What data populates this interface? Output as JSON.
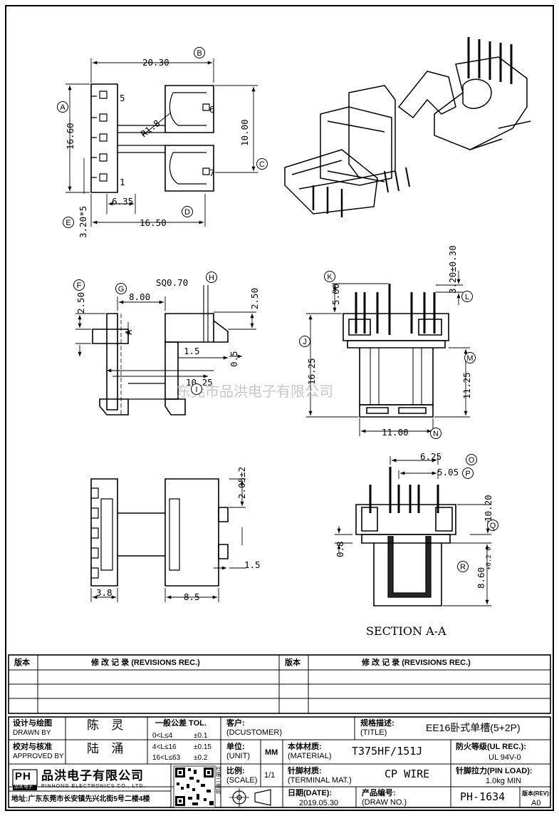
{
  "watermark": "东莞市品洪电子有限公司",
  "balloons": [
    "A",
    "B",
    "C",
    "D",
    "E",
    "F",
    "G",
    "H",
    "I",
    "J",
    "K",
    "L",
    "M",
    "N",
    "O",
    "P",
    "Q",
    "R"
  ],
  "dims": {
    "d_20_30": "20.30",
    "d_16_60": "16.60",
    "d_10_00": "10.00",
    "d_r1_8": "R1.8",
    "d_6_35": "6.35",
    "d_16_50": "16.50",
    "d_3_20x5": "3.20*5",
    "d_2_50a": "2.50",
    "d_8_00": "8.00",
    "d_sq": "SQ0.70",
    "d_2_50b": "2.50",
    "d_a_arrow": "A",
    "d_1_5a": "1.5",
    "d_0_5": "0.5",
    "d_10_25": "10.25",
    "d_5_00": "5.00",
    "d_3_20tol": "3.20±0.30",
    "d_16_25": "16.25",
    "d_11_25": "11.25",
    "d_11_00": "11.00",
    "d_2_05": "2.05±2",
    "d_1_5b": "1.5",
    "d_3_8": "3.8",
    "d_8_5": "8.5",
    "d_6_25": "6.25",
    "d_5_05": "5.05",
    "d_10_20": "10.20",
    "d_0_8": "0.8",
    "d_8_60": "8.60",
    "d_8_60_tol": "+0.2 0",
    "pin_5": "5",
    "pin_6": "6",
    "pin_1": "1",
    "pin_7": "7"
  },
  "section_label": "SECTION   A-A",
  "revisions": {
    "col_ver": "版本",
    "col_rec": "修 改 记 录 (REVISIONS REC.)"
  },
  "titleblock": {
    "drawn_by_label": "设计与绘图",
    "drawn_by_label_en": "DRAWN BY",
    "drawn_by": "陈 灵",
    "approved_label": "校对与核准",
    "approved_label_en": "APPROVED BY",
    "approved_by": "陆 涌",
    "tol_title": "一般公差 TOL.",
    "tol_1_range": "0<L≤4",
    "tol_1_val": "±0.1",
    "tol_2_range": "4<L≤16",
    "tol_2_val": "±0.15",
    "tol_3_range": "16<L≤63",
    "tol_3_val": "±0.2",
    "customer_label": "客户:",
    "customer_label_en": "(DCUSTOMER)",
    "title_label": "规格描述:",
    "title_label_en": "(TITLE)",
    "title_value": "EE16卧式单槽(5+2P)",
    "unit_label": "单位:",
    "unit_label_en": "(UNIT)",
    "unit_value": "MM",
    "material_label": "本体材质:",
    "material_label_en": "(MATERIAL)",
    "material_value": "T375HF/151J",
    "ul_label": "防火等级(UL REC.):",
    "ul_value": "UL 94V-0",
    "company_logo": "PH",
    "company_logo_sub": "品洪 电子",
    "company_name": "品洪电子有限公司",
    "company_name_en": "PINHONG ELECTRONICS CO., LTD.",
    "address": "地址:广东东莞市长安镇先兴北街5号二楼4楼",
    "qr_side_text": "扫描二维码",
    "scale_label": "比例:",
    "scale_label_en": "(SCALE)",
    "scale_value": "1/1",
    "terminal_label": "针脚材质:",
    "terminal_label_en": "(TERMINAL MAT.)",
    "terminal_value": "CP WIRE",
    "pinload_label": "针脚拉力(PIN LOAD):",
    "pinload_value": "1.0kg MIN",
    "date_label": "日期(DATE):",
    "date_value": "2019.05.30",
    "drawno_label": "产品编号:",
    "drawno_label_en": "(DRAW NO.)",
    "drawno_value": "PH-1634",
    "rev_label": "版本(REV):",
    "rev_value": "A0"
  }
}
